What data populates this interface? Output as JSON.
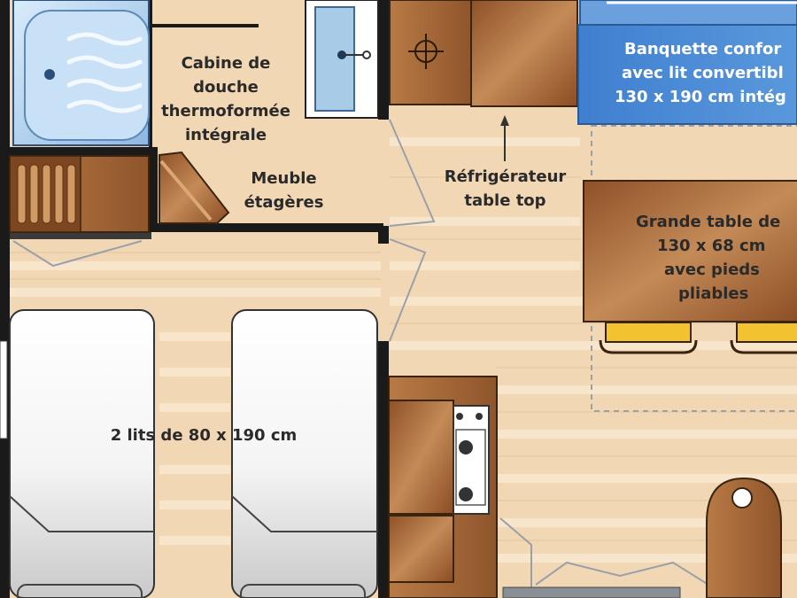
{
  "labels": {
    "shower": [
      "Cabine de",
      "douche",
      "thermoformée",
      "intégrale"
    ],
    "shelves": [
      "Meuble",
      "étagères"
    ],
    "fridge": [
      "Réfrigérateur",
      "table top"
    ],
    "bench": [
      "Banquette confor",
      "avec lit convertibl",
      "130 x 190 cm intég"
    ],
    "table": [
      "Grande table de",
      "130 x 68 cm",
      "avec pieds",
      "pliables"
    ],
    "beds": "2 lits de 80 x 190 cm"
  },
  "colors": {
    "floor": "#f1d7b4",
    "plank_light": "#f6e2c6",
    "wall": "#1a1a1a",
    "wood": "#a9693a",
    "bench_blue": "#4a86d0",
    "bed_white": "#ffffff",
    "chair_yellow": "#f2c230"
  }
}
